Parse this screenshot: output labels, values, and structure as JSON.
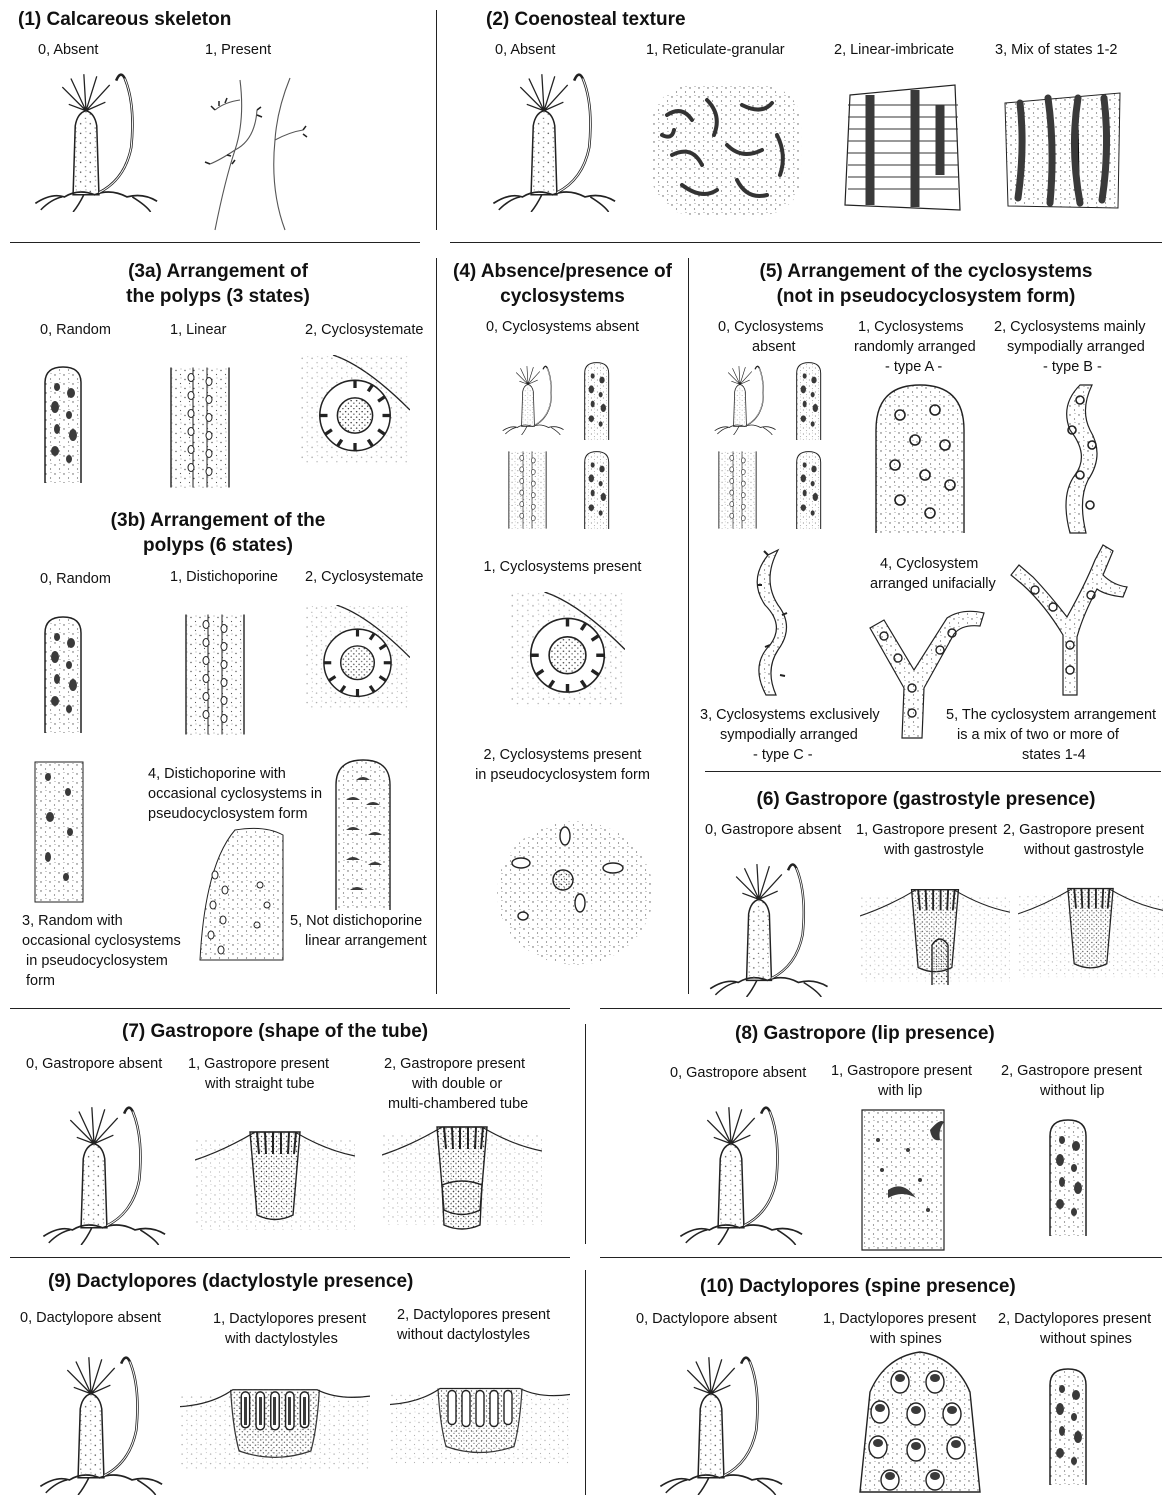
{
  "panel1": {
    "title": "(1) Calcareous skeleton",
    "states": [
      "0, Absent",
      "1, Present"
    ]
  },
  "panel2": {
    "title": "(2) Coenosteal texture",
    "states": [
      "0, Absent",
      "1, Reticulate-granular",
      "2, Linear-imbricate",
      "3, Mix of states 1-2"
    ]
  },
  "panel3a": {
    "title_l1": "(3a) Arrangement of",
    "title_l2": "the polyps (3 states)",
    "states": [
      "0, Random",
      "1, Linear",
      "2, Cyclosystemate"
    ]
  },
  "panel3b": {
    "title_l1": "(3b) Arrangement of the",
    "title_l2": "polyps (6 states)",
    "states": [
      "0, Random",
      "1, Distichoporine",
      "2, Cyclosystemate"
    ],
    "state3": [
      "3, Random with",
      "occasional cyclosystems",
      "in pseudocyclosystem",
      "form"
    ],
    "state4": [
      "4, Distichoporine with",
      "occasional cyclosystems in",
      "pseudocyclosystem form"
    ],
    "state5": [
      "5, Not distichoporine",
      "linear arrangement"
    ]
  },
  "panel4": {
    "title_l1": "(4) Absence/presence of",
    "title_l2": "cyclosystems",
    "state0": "0, Cyclosystems absent",
    "state1": "1, Cyclosystems present",
    "state2": [
      "2, Cyclosystems present",
      "in pseudocyclosystem form"
    ]
  },
  "panel5": {
    "title_l1": "(5) Arrangement of the cyclosystems",
    "title_l2": "(not in pseudocyclosystem form)",
    "state0": [
      "0, Cyclosystems",
      "absent"
    ],
    "state1": [
      "1, Cyclosystems",
      "randomly arranged",
      "- type A -"
    ],
    "state2": [
      "2, Cyclosystems mainly",
      "sympodially arranged",
      "- type B -"
    ],
    "state3": [
      "3, Cyclosystems exclusively",
      "sympodially arranged",
      "- type C -"
    ],
    "state4": [
      "4, Cyclosystem",
      "arranged unifacially"
    ],
    "state5": [
      "5, The cyclosystem arrangement",
      "is a mix of two or more of",
      "states 1-4"
    ]
  },
  "panel6": {
    "title": "(6) Gastropore (gastrostyle presence)",
    "state0": "0, Gastropore absent",
    "state1": [
      "1, Gastropore present",
      "with gastrostyle"
    ],
    "state2": [
      "2, Gastropore present",
      "without gastrostyle"
    ]
  },
  "panel7": {
    "title": "(7) Gastropore (shape of the tube)",
    "state0": "0, Gastropore absent",
    "state1": [
      "1, Gastropore present",
      "with straight tube"
    ],
    "state2": [
      "2, Gastropore present",
      "with double or",
      "multi-chambered tube"
    ]
  },
  "panel8": {
    "title": "(8) Gastropore (lip presence)",
    "state0": "0, Gastropore absent",
    "state1": [
      "1, Gastropore present",
      "with lip"
    ],
    "state2": [
      "2, Gastropore present",
      "without lip"
    ]
  },
  "panel9": {
    "title": "(9) Dactylopores (dactylostyle presence)",
    "state0": "0, Dactylopore absent",
    "state1": [
      "1, Dactylopores present",
      "with dactylostyles"
    ],
    "state2": [
      "2, Dactylopores present",
      "without dactylostyles"
    ]
  },
  "panel10": {
    "title": "(10) Dactylopores (spine  presence)",
    "state0": "0, Dactylopore absent",
    "state1": [
      "1, Dactylopores present",
      "with spines"
    ],
    "state2": [
      "2, Dactylopores present",
      "without spines"
    ]
  },
  "colors": {
    "ink": "#222222",
    "dark_fill": "#3a3a3a",
    "background": "#ffffff"
  }
}
